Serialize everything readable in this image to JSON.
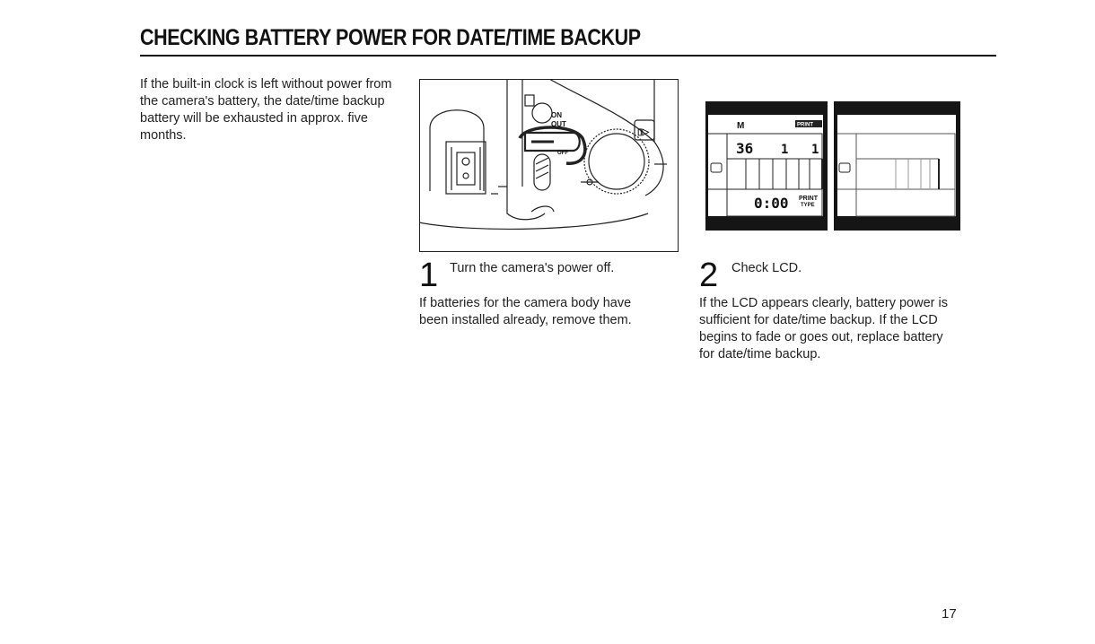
{
  "title": "CHECKING BATTERY POWER FOR DATE/TIME BACKUP",
  "intro": "If the built-in clock is left without power from the camera's battery, the date/time backup battery will be exhausted in approx. five months.",
  "camera_figure": {
    "switch_label_on": "ON",
    "switch_label_out": "OUT",
    "switch_label_off": "OFF"
  },
  "lcd_figure": {
    "top_indicator": "M",
    "print_label": "PRINT",
    "frame_count": "36",
    "digit_small": "1",
    "time_display": "0:00",
    "print_type_line1": "PRINT",
    "print_type_line2": "TYPE"
  },
  "steps": [
    {
      "number": "1",
      "text": "Turn the camera's power off.",
      "description": "If batteries for the camera body have been installed already, remove them."
    },
    {
      "number": "2",
      "text": "Check LCD.",
      "description": "If the LCD appears clearly, battery power is sufficient for date/time backup. If the LCD begins to fade or goes out, replace battery for date/time backup."
    }
  ],
  "page_number": "17"
}
